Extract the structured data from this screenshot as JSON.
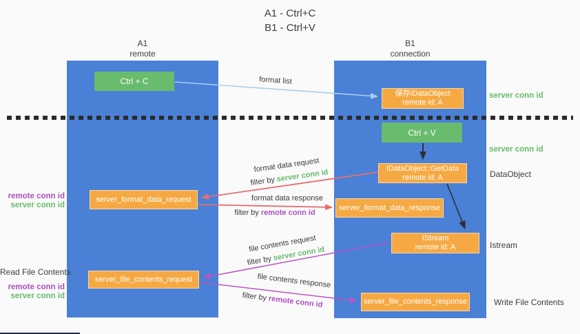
{
  "title": {
    "line1": "A1 - Ctrl+C",
    "line2": "B1 - Ctrl+V"
  },
  "lanes": {
    "left": {
      "name": "A1",
      "role": "remote"
    },
    "right": {
      "name": "B1",
      "role": "connection"
    }
  },
  "nodes": {
    "ctrl_c": {
      "label": "Ctrl + C"
    },
    "ctrl_v": {
      "label": "Ctrl + V"
    },
    "save_idataobject": {
      "line1": "保存IDataObject",
      "line2": "remote id: A"
    },
    "getdata": {
      "line1": "IDataObject::GetData",
      "line2": "remote id: A"
    },
    "istream": {
      "line1": "IStream",
      "line2": "remote id: A"
    },
    "server_format_data_request": {
      "label": "server_format_data_request"
    },
    "server_format_data_response": {
      "label": "server_format_data_response"
    },
    "server_file_contents_request": {
      "label": "server_file_contents_request"
    },
    "server_file_contents_response": {
      "label": "server_file_contents_response"
    }
  },
  "arrows": {
    "format_list": {
      "label": "format list"
    },
    "format_data_request": {
      "label": "format data request",
      "filter_prefix": "filter by ",
      "filter_key": "server conn id"
    },
    "format_data_response": {
      "label": "format data response",
      "filter_prefix": "filter by ",
      "filter_key": "remote conn id"
    },
    "file_contents_request": {
      "label": "file contents request",
      "filter_prefix": "filter by ",
      "filter_key": "server conn id"
    },
    "file_contents_response": {
      "label": "file contents response",
      "filter_prefix": "filter by ",
      "filter_key": "remote conn id"
    }
  },
  "annotations": {
    "right_server_conn_id_top": "server conn id",
    "right_server_conn_id_mid": "server conn id",
    "dataobject": "DataObject",
    "istream": "Istream",
    "write_file_contents": "Write File Contents",
    "read_file_contents": "Read File Contents",
    "left_top": {
      "remote": "remote conn id",
      "server": "server conn id"
    },
    "left_bottom": {
      "remote": "remote conn id",
      "server": "server conn id"
    }
  },
  "colors": {
    "lane_blue": "#4a80d6",
    "green_box": "#69bb6d",
    "orange_box": "#f6a943",
    "green_text": "#66bb6a",
    "purple_text": "#ad4fc0",
    "red_arrow": "#e96d6d",
    "magenta_arrow": "#bc53c5",
    "light_blue_arrow": "#a8cfeb",
    "black_arrow": "#2f2f2f"
  }
}
